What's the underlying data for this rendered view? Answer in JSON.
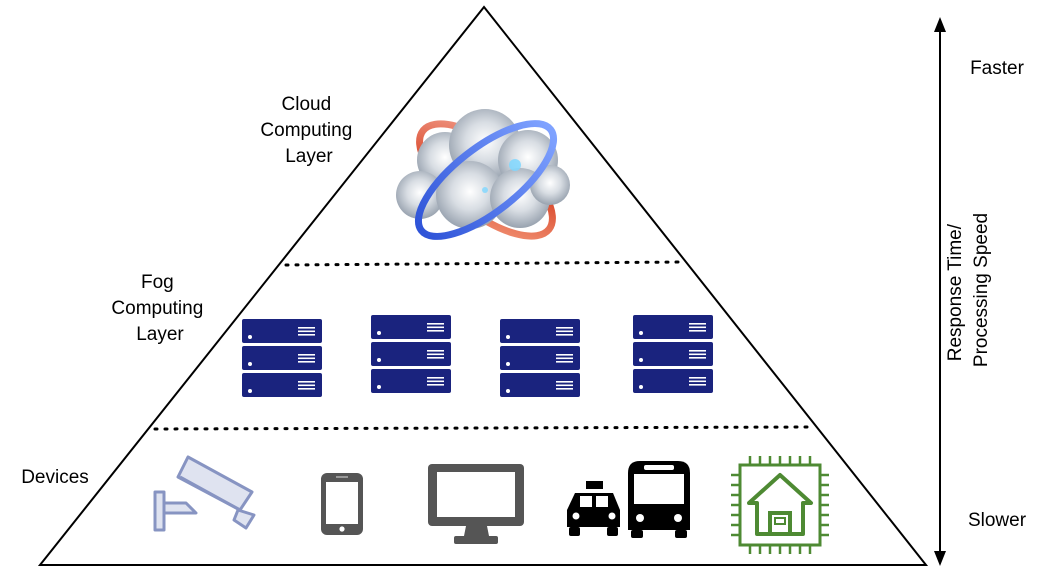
{
  "layers": {
    "cloud": {
      "label_lines": [
        "Cloud",
        "Computing",
        "Layer"
      ]
    },
    "fog": {
      "label_lines": [
        "Fog",
        "Computing",
        "Layer"
      ],
      "server_stack_count": 4
    },
    "devices": {
      "label": "Devices",
      "items": [
        "security-camera-icon",
        "smartphone-icon",
        "monitor-icon",
        "vehicles-icon",
        "smart-home-chip-icon"
      ]
    }
  },
  "axis": {
    "top_label": "Faster",
    "bottom_label": "Slower",
    "title_lines": [
      "Response Time/",
      "Processing Speed"
    ]
  },
  "colors": {
    "server": "#1a237e",
    "camera": "#8794c2",
    "device_gray": "#555555",
    "vehicle": "#000000",
    "home_chip": "#4e8a33"
  }
}
